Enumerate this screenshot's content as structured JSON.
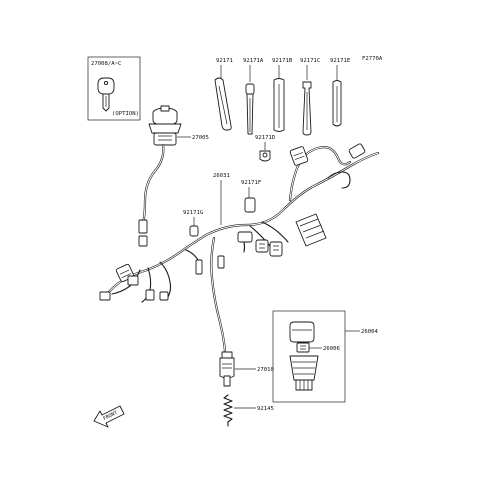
{
  "diagram": {
    "figure_code": "F2770A",
    "labels": {
      "key_assembly": "27008/A~C",
      "option_note": "(OPTION)",
      "ignition_switch": "27005",
      "band_92171": "92171",
      "band_92171a": "92171A",
      "band_92171b": "92171B",
      "band_92171c": "92171C",
      "band_92171e": "92171E",
      "band_92171d": "92171D",
      "harness_26031": "26031",
      "band_92171f": "92171F",
      "band_92171g": "92171G",
      "relay_box_26004": "26004",
      "relay_26006": "26006",
      "switch_27010": "27010",
      "spring_92145": "92145",
      "front_arrow": "FRONT"
    }
  }
}
